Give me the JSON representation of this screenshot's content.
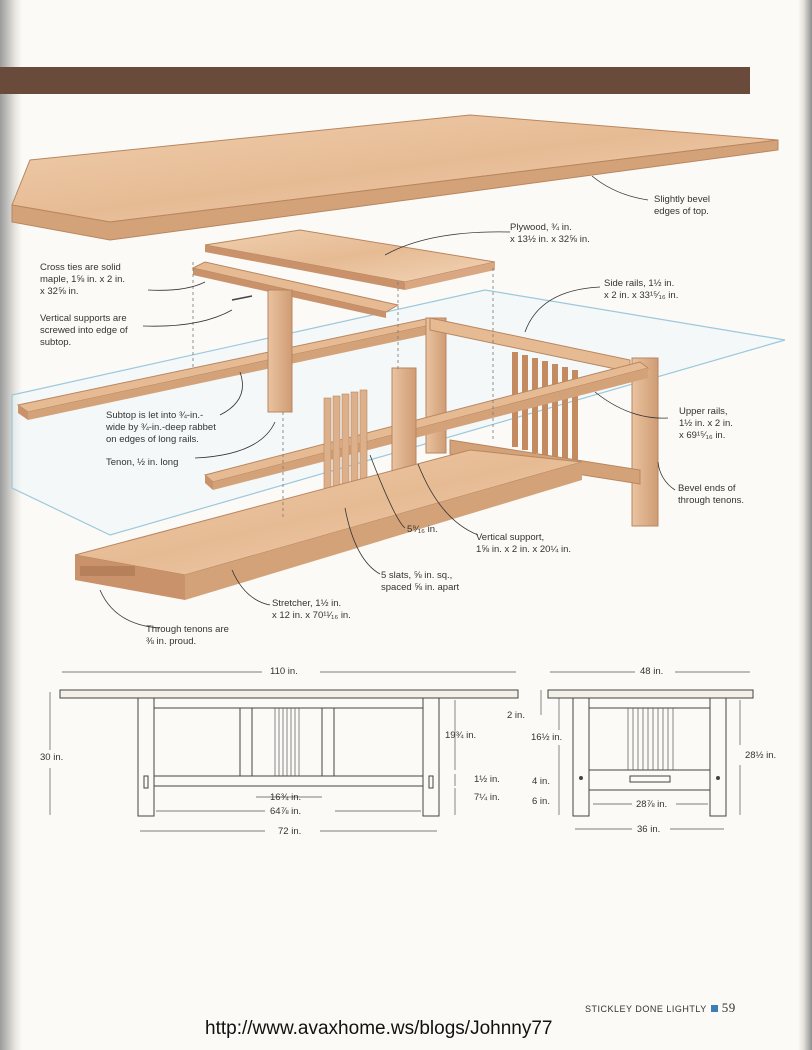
{
  "callouts": {
    "top_bevel": "Slightly bevel\nedges of top.",
    "plywood": "Plywood, ¾ in.\nx 13½ in. x 32⅝ in.",
    "cross_ties": "Cross ties are solid\nmaple, 1⅝ in. x 2 in.\nx 32⅝ in.",
    "vertical_supports_screwed": "Vertical supports are\nscrewed into edge of\nsubtop.",
    "side_rails": "Side rails, 1½ in.\nx 2 in. x 33¹⁵⁄₁₆ in.",
    "subtop": "Subtop is let into ¾-in.-\nwide by ¾-in.-deep rabbet\non edges of long rails.",
    "tenon": "Tenon, ½ in. long",
    "upper_rails": "Upper rails,\n1½ in. x 2 in.\nx 69¹⁵⁄₁₆ in.",
    "bevel_ends": "Bevel ends of\nthrough tenons.",
    "slat_gap": "5⁹⁄₁₆ in.",
    "vertical_support": "Vertical support,\n1⅝ in. x 2 in. x 20¼ in.",
    "slats": "5 slats, ⅝ in. sq.,\nspaced ⅝ in. apart",
    "stretcher": "Stretcher, 1½ in.\nx 12 in. x 70¹¹⁄₁₆ in.",
    "through_tenons": "Through tenons are\n⅜ in. proud."
  },
  "dimensions": {
    "front_width": "110 in.",
    "height": "30 in.",
    "upper_span": "19¾ in.",
    "rail_height": "1½ in.",
    "floor_gap": "7¼ in.",
    "slat_section": "16¾ in.",
    "inner_length": "64⅞ in.",
    "leg_span": "72 in.",
    "side_width": "48 in.",
    "top_thickness": "2 in.",
    "side_upper": "16½ in.",
    "stretcher_height": "4 in.",
    "side_floor_gap": "6 in.",
    "side_height": "28½ in.",
    "side_inner": "28⅞ in.",
    "side_leg_span": "36 in."
  },
  "footer": {
    "running_title": "STICKLEY DONE LIGHTLY",
    "page_number": "59"
  },
  "watermark": "http://www.avaxhome.ws/blogs/Johnny77",
  "colors": {
    "header_bar": "#6a4a3b",
    "wood": "#e9c3a0",
    "wood_dark": "#c9926a",
    "glass": "#b9d8e6",
    "footer_square": "#3a7fb6"
  }
}
